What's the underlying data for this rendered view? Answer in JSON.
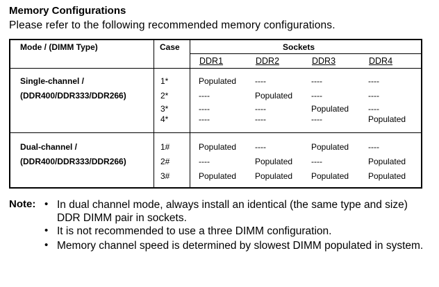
{
  "title": "Memory Configurations",
  "subtitle": "Please refer to the following recommended memory configurations.",
  "table": {
    "header_mode": "Mode / (DIMM Type)",
    "header_case": "Case",
    "header_sockets": "Sockets",
    "socket_labels": [
      "DDR1",
      "DDR2",
      "DDR3",
      "DDR4"
    ],
    "single_channel": {
      "mode_line1": "Single-channel  /",
      "mode_line2": "(DDR400/DDR333/DDR266)",
      "rows": [
        {
          "case": "1*",
          "cells": [
            "Populated",
            "----",
            "----",
            "----"
          ]
        },
        {
          "case": "2*",
          "cells": [
            "----",
            "Populated",
            "----",
            "----"
          ]
        },
        {
          "case": "3*",
          "cells": [
            "----",
            "----",
            "Populated",
            "----"
          ]
        },
        {
          "case": "4*",
          "cells": [
            "----",
            "----",
            "----",
            "Populated"
          ]
        }
      ]
    },
    "dual_channel": {
      "mode_line1": "Dual-channel  /",
      "mode_line2": "(DDR400/DDR333/DDR266)",
      "rows": [
        {
          "case": "1#",
          "cells": [
            "Populated",
            "----",
            "Populated",
            "----"
          ]
        },
        {
          "case": "2#",
          "cells": [
            "----",
            "Populated",
            "----",
            "Populated"
          ]
        },
        {
          "case": "3#",
          "cells": [
            "Populated",
            "Populated",
            "Populated",
            "Populated"
          ]
        }
      ]
    }
  },
  "note": {
    "label": "Note:",
    "bullet_glyph": "•",
    "items": [
      "In dual channel mode, always install an identical (the same type and size) DDR DIMM pair in sockets.",
      "It is not recommended to use a three DIMM configuration.",
      "Memory channel speed is determined by slowest DIMM populated in system."
    ]
  }
}
